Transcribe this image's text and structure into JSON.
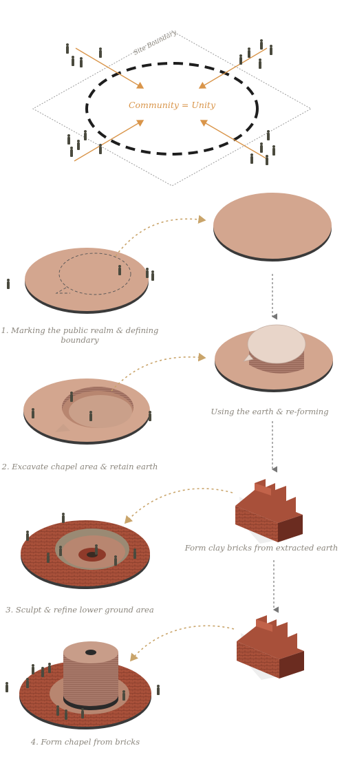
{
  "concept": {
    "site_boundary_label": "Site Boundary",
    "center_label": "Community = Unity"
  },
  "steps": {
    "step1_line1": "1. Marking the public realm & defining",
    "step1_line2": "boundary",
    "step2": "2. Excavate chapel area & retain earth",
    "step3": "3. Sculpt & refine lower ground area",
    "step4": "4. Form chapel from bricks"
  },
  "side_notes": {
    "earth": "Using the earth & re-forming",
    "bricks": "Form clay bricks from extracted earth"
  },
  "colors": {
    "terracotta": "#d3a68f",
    "terracotta_dark": "#8e5a44",
    "brick": "#a8503a",
    "brick_dark": "#6b2c20",
    "arrow_orange": "#d9954a",
    "dotted_gold": "#c9a46a",
    "label_gray": "#8a857c"
  }
}
